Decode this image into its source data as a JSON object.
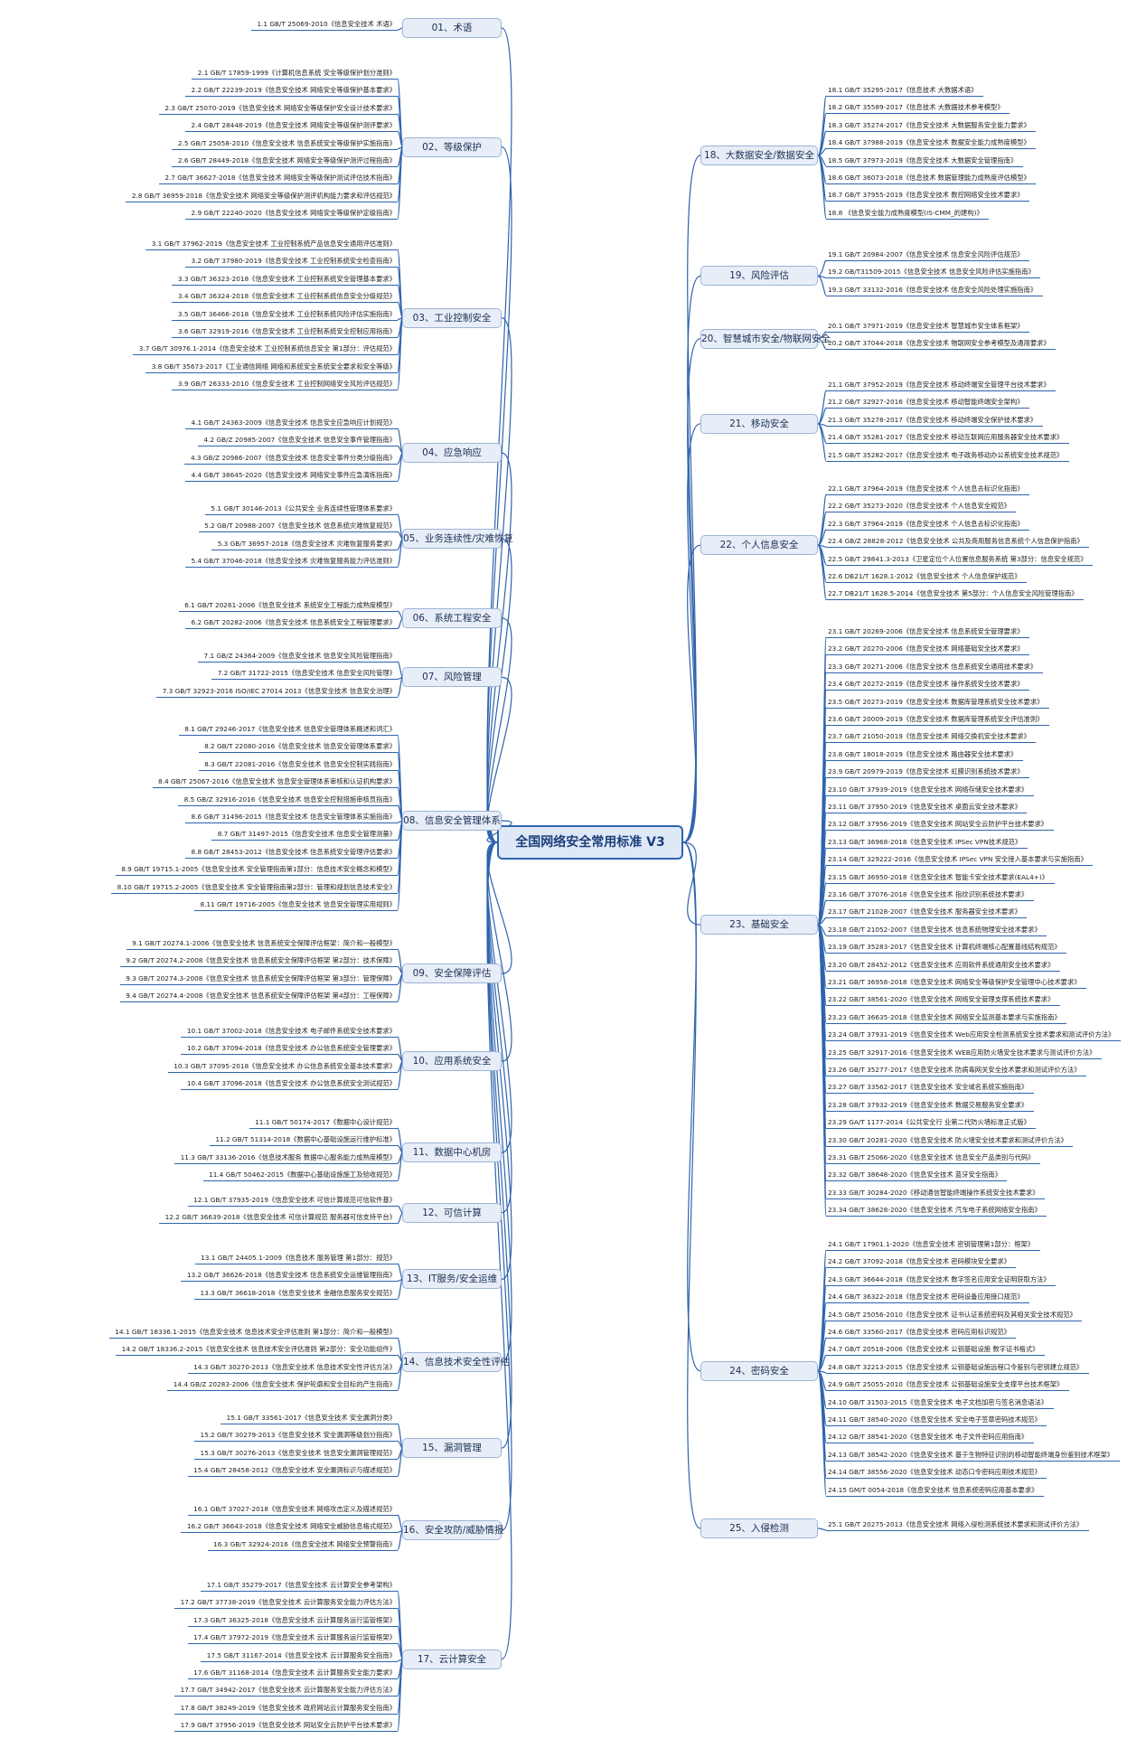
{
  "title": "全国网络安全常用标准 V3",
  "colors": {
    "line": "#2f64ad",
    "node_fill": "#e8eef8",
    "node_border": "#9db3d6",
    "root_fill": "#dfe8f6",
    "text": "#1f1f1f"
  },
  "left_branches": [
    {
      "label": "01、术语",
      "items": [
        "1.1  GB/T 25069-2010《信息安全技术  术语》"
      ]
    },
    {
      "label": "02、等级保护",
      "items": [
        "2.1  GB/T 17859-1999《计算机信息系统  安全等级保护划分准则》",
        "2.2  GB/T 22239-2019《信息安全技术  网络安全等级保护基本要求》",
        "2.3  GB/T 25070-2019《信息安全技术  网络安全等级保护安全设计技术要求》",
        "2.4  GB/T 28448-2019《信息安全技术  网络安全等级保护测评要求》",
        "2.5  GB/T 25058-2010《信息安全技术  信息系统安全等级保护实施指南》",
        "2.6  GB/T 28449-2018《信息安全技术  网络安全等级保护测评过程指南》",
        "2.7  GB/T 36627-2018《信息安全技术  网络安全等级保护测试评估技术指南》",
        "2.8  GB/T 36959-2018《信息安全技术  网络安全等级保护测评机构能力要求和评估规范》",
        "2.9  GB/T 22240-2020《信息安全技术  网络安全等级保护定级指南》"
      ]
    },
    {
      "label": "03、工业控制安全",
      "items": [
        "3.1  GB/T 37962-2019《信息安全技术  工业控制系统产品信息安全通用评估准则》",
        "3.2  GB/T 37980-2019《信息安全技术  工业控制系统安全检查指南》",
        "3.3  GB/T 36323-2018《信息安全技术  工业控制系统安全管理基本要求》",
        "3.4  GB/T 36324-2018《信息安全技术  工业控制系统信息安全分级规范》",
        "3.5  GB/T 36466-2018《信息安全技术  工业控制系统风险评估实施指南》",
        "3.6  GB/T 32919-2016《信息安全技术  工业控制系统安全控制应用指南》",
        "3.7  GB/T 30976.1-2014《信息安全技术  工业控制系统信息安全 第1部分：评估规范》",
        "3.8  GB/T 35673-2017《工业通信网络  网络和系统安全系统安全要求和安全等级》",
        "3.9  GB/T 26333-2010《信息安全技术  工业控制网络安全风险评估规范》"
      ]
    },
    {
      "label": "04、应急响应",
      "items": [
        "4.1  GB/T 24363-2009《信息安全技术  信息安全应急响应计划规范》",
        "4.2  GB/Z 20985-2007《信息安全技术  信息安全事件管理指南》",
        "4.3  GB/Z 20986-2007《信息安全技术  信息安全事件分类分级指南》",
        "4.4  GB/T 38645-2020《信息安全技术  网络安全事件应急演练指南》"
      ]
    },
    {
      "label": "05、业务连续性/灾难恢复",
      "items": [
        "5.1  GB/T 30146-2013《公共安全  业务连续性管理体系要求》",
        "5.2  GB/T 20988-2007《信息安全技术  信息系统灾难恢复规范》",
        "5.3  GB/T 36957-2018《信息安全技术  灾难恢复服务要求》",
        "5.4  GB/T 37046-2018《信息安全技术  灾难恢复服务能力评估准则》"
      ]
    },
    {
      "label": "06、系统工程安全",
      "items": [
        "6.1  GB/T 20261-2006《信息安全技术  系统安全工程能力成熟度模型》",
        "6.2  GB/T 20282-2006《信息安全技术  信息系统安全工程管理要求》"
      ]
    },
    {
      "label": "07、风险管理",
      "items": [
        "7.1  GB/Z 24364-2009《信息安全技术  信息安全风险管理指南》",
        "7.2  GB/T 31722-2015《信息安全技术  信息安全风险管理》",
        "7.3  GB/T 32923-2016 ISO/IEC 27014 2013《信息安全技术  信息安全治理》"
      ]
    },
    {
      "label": "08、信息安全管理体系",
      "items": [
        "8.1  GB/T 29246-2017《信息安全技术  信息安全管理体系概述和词汇》",
        "8.2  GB/T 22080-2016《信息安全技术  信息安全管理体系要求》",
        "8.3  GB/T 22081-2016《信息安全技术  信息安全控制实践指南》",
        "8.4  GB/T 25067-2016《信息安全技术  信息安全管理体系审核和认证机构要求》",
        "8.5  GB/Z 32916-2016《信息安全技术  信息安全控制措施审核员指南》",
        "8.6  GB/T 31496-2015《信息安全技术  信息安全管理体系实施指南》",
        "8.7  GB/T 31497-2015《信息安全技术  信息安全管理测量》",
        "8.8  GB/T 28453-2012《信息安全技术  信息系统安全管理评估要求》",
        "8.9  GB/T 19715.1-2005《信息安全技术  安全管理指南第1部分：信息技术安全概念和模型》",
        "8.10  GB/T 19715.2-2005《信息安全技术  安全管理指南第2部分：管理和规划信息技术安全》",
        "8.11  GB/T 19716-2005《信息安全技术  信息安全管理实用规则》"
      ]
    },
    {
      "label": "09、安全保障评估",
      "items": [
        "9.1  GB/T 20274.1-2006《信息安全技术  信息系统安全保障评估框架：简介和一般模型》",
        "9.2  GB/T 20274.2-2008《信息安全技术  信息系统安全保障评估框架 第2部分：技术保障》",
        "9.3  GB/T 20274.3-2008《信息安全技术  信息系统安全保障评估框架 第3部分：管理保障》",
        "9.4  GB/T 20274.4-2008《信息安全技术  信息系统安全保障评估框架 第4部分：工程保障》"
      ]
    },
    {
      "label": "10、应用系统安全",
      "items": [
        "10.1  GB/T 37002-2018《信息安全技术  电子邮件系统安全技术要求》",
        "10.2  GB/T 37094-2018《信息安全技术  办公信息系统安全管理要求》",
        "10.3  GB/T 37095-2018《信息安全技术  办公信息系统安全基本技术要求》",
        "10.4  GB/T 37096-2018《信息安全技术  办公信息系统安全测试规范》"
      ]
    },
    {
      "label": "11、数据中心机房",
      "items": [
        "11.1  GB/T 50174-2017《数据中心设计规范》",
        "11.2  GB/T 51314-2018《数据中心基础设施运行维护标准》",
        "11.3  GB/T 33136-2016《信息技术服务  数据中心服务能力成熟度模型》",
        "11.4  GB/T 50462-2015《数据中心基础设施施工及验收规范》"
      ]
    },
    {
      "label": "12、可信计算",
      "items": [
        "12.1  GB/T 37935-2019《信息安全技术  可信计算规范可信软件基》",
        "12.2  GB/T 36639-2018《信息安全技术  可信计算规范 服务器可信支持平台》"
      ]
    },
    {
      "label": "13、IT服务/安全运维",
      "items": [
        "13.1  GB/T 24405.1-2009《信息技术  服务管理 第1部分：规范》",
        "13.2  GB/T 36626-2018《信息安全技术  信息系统安全运维管理指南》",
        "13.3  GB/T 36618-2018《信息安全技术  金融信息服务安全规范》"
      ]
    },
    {
      "label": "14、信息技术安全性评估",
      "items": [
        "14.1  GB/T 18336.1-2015《信息安全技术  信息技术安全评估准则 第1部分：简介和一般模型》",
        "14.2  GB/T 18336.2-2015《信息安全技术  信息技术安全评估准则 第2部分：安全功能组件》",
        "14.3  GB/T 30270-2013《信息安全技术  信息技术安全性评估方法》",
        "14.4  GB/Z 20283-2006《信息安全技术  保护轮廓和安全目标的产生指南》"
      ]
    },
    {
      "label": "15、漏洞管理",
      "items": [
        "15.1  GB/T 33561-2017《信息安全技术  安全漏洞分类》",
        "15.2  GB/T 30279-2013《信息安全技术  安全漏洞等级划分指南》",
        "15.3  GB/T 30276-2013《信息安全技术  信息安全漏洞管理规范》",
        "15.4  GB/T 28458-2012《信息安全技术  安全漏洞标识与描述规范》"
      ]
    },
    {
      "label": "16、安全攻防/威胁情报",
      "items": [
        "16.1  GB/T 37027-2018《信息安全技术  网络攻击定义及描述规范》",
        "16.2  GB/T 36643-2018《信息安全技术  网络安全威胁信息格式规范》",
        "16.3  GB/T 32924-2016《信息安全技术  网络安全预警指南》"
      ]
    },
    {
      "label": "17、云计算安全",
      "items": [
        "17.1  GB/T 35279-2017《信息安全技术  云计算安全参考架构》",
        "17.2  GB/T 37738-2019《信息安全技术  云计算服务安全能力评估方法》",
        "17.3  GB/T 36325-2018《信息安全技术  云计算服务运行监管框架》",
        "17.4  GB/T 37972-2019《信息安全技术  云计算服务运行监管框架》",
        "17.5  GB/T 31167-2014《信息安全技术  云计算服务安全指南》",
        "17.6  GB/T 31168-2014《信息安全技术  云计算服务安全能力要求》",
        "17.7  GB/T 34942-2017《信息安全技术  云计算服务安全能力评估方法》",
        "17.8  GB/T 38249-2019《信息安全技术  政府网站云计算服务安全指南》",
        "17.9  GB/T 37956-2019《信息安全技术  网站安全云防护平台技术要求》"
      ]
    }
  ],
  "right_branches": [
    {
      "label": "18、大数据安全/数据安全",
      "items": [
        "18.1  GB/T 35295-2017《信息技术  大数据术语》",
        "18.2  GB/T 35589-2017《信息技术  大数据技术参考模型》",
        "18.3  GB/T 35274-2017《信息安全技术  大数据服务安全能力要求》",
        "18.4  GB/T 37988-2019《信息安全技术  数据安全能力成熟度模型》",
        "18.5  GB/T 37973-2019《信息安全技术  大数据安全管理指南》",
        "18.6  GB/T 36073-2018《信息技术  数据管理能力成熟度评估模型》",
        "18.7  GB/T 37955-2019《信息安全技术  数控网络安全技术要求》",
        "18.8  《信息安全能力成熟度模型(IS-CMM_的建构)》"
      ]
    },
    {
      "label": "19、风险评估",
      "items": [
        "19.1  GB/T 20984-2007《信息安全技术  信息安全风险评估规范》",
        "19.2  GB/T31509-2015《信息安全技术  信息安全风险评估实施指南》",
        "19.3  GB/T 33132-2016《信息安全技术  信息安全风险处理实施指南》"
      ]
    },
    {
      "label": "20、智慧城市安全/物联网安全",
      "items": [
        "20.1  GB/T 37971-2019《信息安全技术  智慧城市安全体系框架》",
        "20.2  GB/T 37044-2018《信息安全技术  物联网安全参考模型及通用要求》"
      ]
    },
    {
      "label": "21、移动安全",
      "items": [
        "21.1  GB/T 37952-2019《信息安全技术  移动终端安全管理平台技术要求》",
        "21.2  GB/T 32927-2016《信息安全技术  移动智能终端安全架构》",
        "21.3  GB/T 35278-2017《信息安全技术  移动终端安全保护技术要求》",
        "21.4  GB/T 35281-2017《信息安全技术  移动互联网应用服务器安全技术要求》",
        "21.5  GB/T 35282-2017《信息安全技术  电子政务移动办公系统安全技术规范》"
      ]
    },
    {
      "label": "22、个人信息安全",
      "items": [
        "22.1  GB/T 37964-2019《信息安全技术  个人信息去标识化指南》",
        "22.2  GB/T 35273-2020《信息安全技术  个人信息安全规范》",
        "22.3  GB/T 37964-2019《信息安全技术  个人信息去标识化指南》",
        "22.4  GB/Z 28828-2012《信息安全技术  公共及商用服务信息系统个人信息保护指南》",
        "22.5  GB/T 29841.3-2013《卫星定位个人位置信息服务系统 第3部分：信息安全规范》",
        "22.6  DB21/T 1628.1-2012《信息安全技术  个人信息保护规范》",
        "22.7  DB21/T 1628.5-2014《信息安全技术  第5部分：个人信息安全风险管理指南》"
      ]
    },
    {
      "label": "23、基础安全",
      "items": [
        "23.1  GB/T 20269-2006《信息安全技术  信息系统安全管理要求》",
        "23.2  GB/T 20270-2006《信息安全技术  网络基础安全技术要求》",
        "23.3  GB/T 20271-2006《信息安全技术  信息系统安全通用技术要求》",
        "23.4  GB/T 20272-2019《信息安全技术  操作系统安全技术要求》",
        "23.5  GB/T 20273-2019《信息安全技术  数据库管理系统安全技术要求》",
        "23.6  GB/T 20009-2019《信息安全技术  数据库管理系统安全评估准则》",
        "23.7  GB/T 21050-2019《信息安全技术  网络交换机安全技术要求》",
        "23.8  GB/T 18018-2019《信息安全技术  路由器安全技术要求》",
        "23.9  GB/T 20979-2019《信息安全技术  虹膜识别系统技术要求》",
        "23.10  GB/T 37939-2019《信息安全技术  网络存储安全技术要求》",
        "23.11  GB/T 37950-2019《信息安全技术  桌面云安全技术要求》",
        "23.12  GB/T 37956-2019《信息安全技术  网站安全云防护平台技术要求》",
        "23.13  GB/T 36968-2018《信息安全技术  IPSec VPN技术规范》",
        "23.14  GB/T 329222-2016《信息安全技术  IPSec VPN 安全接入基本要求与实施指南》",
        "23.15  GB/T 36950-2018《信息安全技术  智能卡安全技术要求(EAL4+)》",
        "23.16  GB/T 37076-2018《信息安全技术  指纹识别系统技术要求》",
        "23.17  GB/T 21028-2007《信息安全技术  服务器安全技术要求》",
        "23.18  GB/T 21052-2007《信息安全技术  信息系统物理安全技术要求》",
        "23.19  GB/T 35283-2017《信息安全技术  计算机终端核心配置基线结构规范》",
        "23.20  GB/T 28452-2012《信息安全技术  应用软件系统通用安全技术要求》",
        "23.21  GB/T 36958-2018《信息安全技术  网络安全等级保护安全管理中心技术要求》",
        "23.22  GB/T 38561-2020《信息安全技术  网络安全管理支撑系统技术要求》",
        "23.23  GB/T 36635-2018《信息安全技术  网络安全监测基本要求与实施指南》",
        "23.24  GB/T 37931-2019《信息安全技术  Web应用安全检测系统安全技术要求和测试评价方法》",
        "23.25  GB/T 32917-2016《信息安全技术  WEB应用防火墙安全技术要求与测试评价方法》",
        "23.26  GB/T 35277-2017《信息安全技术  防病毒网关安全技术要求和测试评价方法》",
        "23.27  GB/T 33562-2017《信息安全技术  安全域名系统实施指南》",
        "23.28  GB/T 37932-2019《信息安全技术  数据交易服务安全要求》",
        "23.29  GA/T 1177-2014《公共安全行  业第二代防火墙标准正式版》",
        "23.30  GB/T 20281-2020《信息安全技术  防火墙安全技术要求和测试评价方法》",
        "23.31  GB/T 25066-2020《信息安全技术  信息安全产品类别与代码》",
        "23.32  GB/T 38648-2020《信息安全技术  蓝牙安全指南》",
        "23.33  GB/T 30284-2020《移动通信智能终端操作系统安全技术要求》",
        "23.34  GB/T 38628-2020《信息安全技术  汽车电子系统网络安全指南》"
      ]
    },
    {
      "label": "24、密码安全",
      "items": [
        "24.1  GB/T 17901.1-2020《信息安全技术  密钥管理第1部分：框架》",
        "24.2  GB/T 37092-2018《信息安全技术  密码模块安全要求》",
        "24.3  GB/T 36644-2018《信息安全技术  数字签名应用安全证明获取方法》",
        "24.4  GB/T 36322-2018《信息安全技术  密码设备应用接口规范》",
        "24.5  GB/T 25056-2010《信息安全技术  证书认证系统密码及其相关安全技术规范》",
        "24.6  GB/T 33560-2017《信息安全技术  密码应用标识规范》",
        "24.7  GB/T 20518-2006《信息安全技术  公钥基础设施 数字证书格式》",
        "24.8  GB/T 32213-2015《信息安全技术  公钥基础设施远程口令鉴别与密钥建立规范》",
        "24.9  GB/T 25055-2010《信息安全技术  公钥基础设施安全支撑平台技术框架》",
        "24.10  GB/T 31503-2015《信息安全技术  电子文档加密与签名消息语法》",
        "24.11  GB/T 38540-2020《信息安全技术  安全电子签章密码技术规范》",
        "24.12  GB/T 38541-2020《信息安全技术  电子文件密码应用指南》",
        "24.13  GB/T 38542-2020《信息安全技术  基于生物特征识别的移动智能终端身份鉴别技术框架》",
        "24.14  GB/T 38556-2020《信息安全技术  动态口令密码应用技术规范》",
        "24.15  GM/T 0054-2018《信息安全技术  信息系统密码应用基本要求》"
      ]
    },
    {
      "label": "25、入侵检测",
      "items": [
        "25.1  GB/T 20275-2013《信息安全技术  网络入侵检测系统技术要求和测试评价方法》"
      ]
    }
  ]
}
